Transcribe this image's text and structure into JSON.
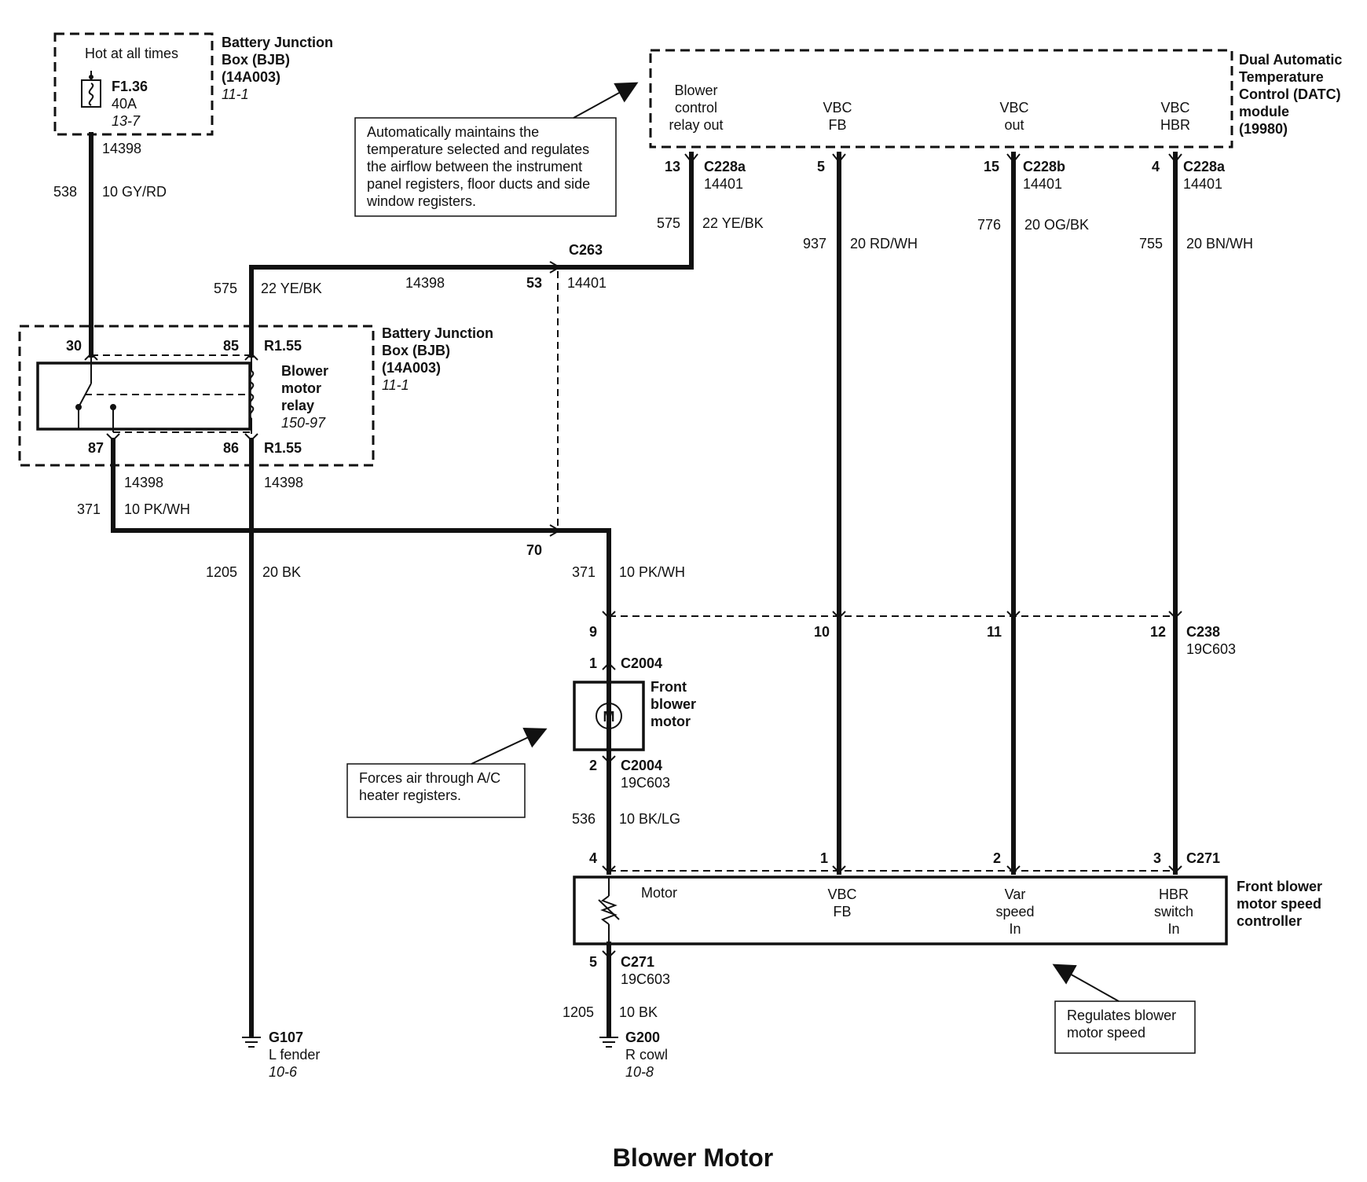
{
  "title": "Blower Motor",
  "bjb_top": {
    "hot_label": "Hot at all times",
    "fuse_id": "F1.36",
    "fuse_amp": "40A",
    "fuse_ref": "13-7",
    "name_l1": "Battery Junction",
    "name_l2": "Box (BJB)",
    "name_l3": "(14A003)",
    "ref": "11-1"
  },
  "wire_538": {
    "circuit": "14398",
    "num": "538",
    "spec": "10  GY/RD"
  },
  "datc": {
    "name_l1": "Dual Automatic",
    "name_l2": "Temperature",
    "name_l3": "Control (DATC)",
    "name_l4": "module",
    "name_l5": "(19980)",
    "pin_blower_l1": "Blower",
    "pin_blower_l2": "control",
    "pin_blower_l3": "relay out",
    "pin_vbcfb_l1": "VBC",
    "pin_vbcfb_l2": "FB",
    "pin_vbcout_l1": "VBC",
    "pin_vbcout_l2": "out",
    "pin_vbchbr_l1": "VBC",
    "pin_vbchbr_l2": "HBR"
  },
  "note_datc": {
    "l1": "Automatically maintains the",
    "l2": "temperature selected and regulates",
    "l3": "the airflow between the instrument",
    "l4": "panel registers, floor ducts and side",
    "l5": "window registers."
  },
  "datc_connectors": {
    "p13": "13",
    "c13": "C228a",
    "c13n": "14401",
    "p5": "5",
    "p15": "15",
    "c15": "C228b",
    "c15n": "14401",
    "p4": "4",
    "c4": "C228a",
    "c4n": "14401"
  },
  "wires_datc": {
    "w575n": "575",
    "w575s": "22  YE/BK",
    "w937n": "937",
    "w937s": "20  RD/WH",
    "w776n": "776",
    "w776s": "20  OG/BK",
    "w755n": "755",
    "w755s": "20  BN/WH"
  },
  "c263": {
    "name": "C263",
    "circuit": "14398",
    "pin": "53",
    "num": "14401"
  },
  "wire_575_left": {
    "num": "575",
    "spec": "22  YE/BK"
  },
  "bjb_relay": {
    "pin30": "30",
    "pin85": "85",
    "r155_top": "R1.55",
    "pin87": "87",
    "pin86": "86",
    "r155_bot": "R1.55",
    "relay_l1": "Blower",
    "relay_l2": "motor",
    "relay_l3": "relay",
    "relay_ref": "150-97",
    "name_l1": "Battery Junction",
    "name_l2": "Box (BJB)",
    "name_l3": "(14A003)",
    "ref": "11-1"
  },
  "wires_relay_out": {
    "c87": "14398",
    "c86": "14398",
    "w371n": "371",
    "w371s": "10  PK/WH",
    "w1205n": "1205",
    "w1205s": "20  BK"
  },
  "pin70": {
    "pin": "70",
    "num": "371",
    "spec": "10  PK/WH"
  },
  "c238": {
    "p9": "9",
    "p10": "10",
    "p11": "11",
    "p12": "12",
    "name": "C238",
    "num": "19C603"
  },
  "motor": {
    "pin1": "1",
    "c_top": "C2004",
    "symbol": "M",
    "name_l1": "Front",
    "name_l2": "blower",
    "name_l3": "motor",
    "pin2": "2",
    "c_bot": "C2004",
    "c_bot_num": "19C603",
    "w536n": "536",
    "w536s": "10  BK/LG"
  },
  "note_motor": {
    "l1": "Forces air through A/C",
    "l2": "heater registers."
  },
  "c271_top": {
    "p4": "4",
    "p1": "1",
    "p2": "2",
    "p3": "3",
    "name": "C271"
  },
  "controller": {
    "motor_label": "Motor",
    "vbcfb_l1": "VBC",
    "vbcfb_l2": "FB",
    "var_l1": "Var",
    "var_l2": "speed",
    "var_l3": "In",
    "hbr_l1": "HBR",
    "hbr_l2": "switch",
    "hbr_l3": "In",
    "name_l1": "Front blower",
    "name_l2": "motor speed",
    "name_l3": "controller"
  },
  "c271_bot": {
    "pin": "5",
    "name": "C271",
    "num": "19C603",
    "w1205n": "1205",
    "w1205s": "10  BK"
  },
  "ground_g107": {
    "name": "G107",
    "loc": "L fender",
    "ref": "10-6"
  },
  "ground_g200": {
    "name": "G200",
    "loc": "R cowl",
    "ref": "10-8"
  },
  "note_speed": {
    "l1": "Regulates blower",
    "l2": "motor speed"
  }
}
